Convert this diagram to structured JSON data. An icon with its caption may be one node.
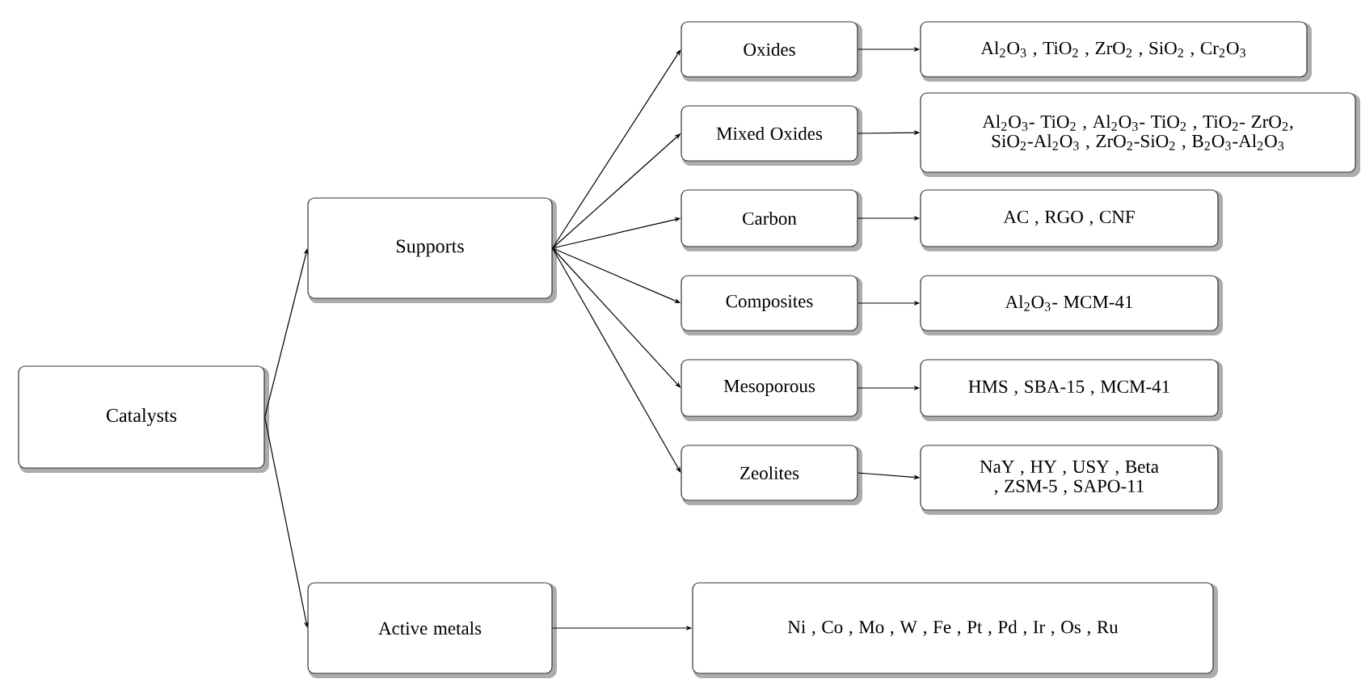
{
  "diagram": {
    "nodes": [
      {
        "text": [
          "Catalysts"
        ]
      },
      {
        "text": [
          "Supports"
        ]
      },
      {
        "text": [
          "Active metals"
        ]
      },
      {
        "text": [
          "Oxides"
        ]
      },
      {
        "text": [
          "Mixed Oxides"
        ]
      },
      {
        "text": [
          "Carbon"
        ]
      },
      {
        "text": [
          "Composites"
        ]
      },
      {
        "text": [
          "Mesoporous"
        ]
      },
      {
        "text": [
          "Zeolites"
        ]
      },
      {
        "text": [
          "Al$_{2}$O$_{3}$ , TiO$_{2}$ , ZrO$_{2}$ , SiO$_{2}$ , Cr$_{2}$O$_{3}$"
        ]
      },
      {
        "text": [
          "Al$_{2}$O$_{3}$- TiO$_{2}$ , Al$_{2}$O$_{3}$- TiO$_{2}$ , TiO$_{2}$- ZrO$_{2}$, SiO$_{2}$-Al$_{2}$O$_{3}$ , ZrO$_{2}$-SiO$_{2}$ , B$_{2}$O$_{3}$-Al$_{2}$O$_{3}$"
        ]
      },
      {
        "text": [
          "AC , RGO , CNF"
        ]
      },
      {
        "text": [
          "Al$_{2}$O$_{3}$- MCM-41"
        ]
      },
      {
        "text": [
          "HMS , SBA-15 , MCM-41"
        ]
      },
      {
        "text": [
          "NaY , HY , USY , Beta , ZSM-5 , SAPO-11"
        ]
      },
      {
        "text": [
          "Ni , Co , Mo , W , Fe , Pt , Pd , Ir , Os , Ru"
        ]
      }
    ],
    "edges": [
      {
        "from": 0,
        "to": 1,
        "arrow": "to"
      },
      {
        "from": 0,
        "to": 2,
        "arrow": "to"
      },
      {
        "from": 1,
        "to": 3,
        "arrow": "to"
      },
      {
        "from": 1,
        "to": 4,
        "arrow": "to"
      },
      {
        "from": 1,
        "to": 5,
        "arrow": "to"
      },
      {
        "from": 1,
        "to": 6,
        "arrow": "to"
      },
      {
        "from": 1,
        "to": 7,
        "arrow": "to"
      },
      {
        "from": 1,
        "to": 8,
        "arrow": "to"
      },
      {
        "from": 3,
        "to": 9,
        "arrow": "to"
      },
      {
        "from": 4,
        "to": 10,
        "arrow": "to"
      },
      {
        "from": 5,
        "to": 11,
        "arrow": "to"
      },
      {
        "from": 6,
        "to": 12,
        "arrow": "to"
      },
      {
        "from": 7,
        "to": 13,
        "arrow": "to"
      },
      {
        "from": 8,
        "to": 14,
        "arrow": "to"
      },
      {
        "from": 2,
        "to": 15,
        "arrow": "to"
      }
    ]
  }
}
